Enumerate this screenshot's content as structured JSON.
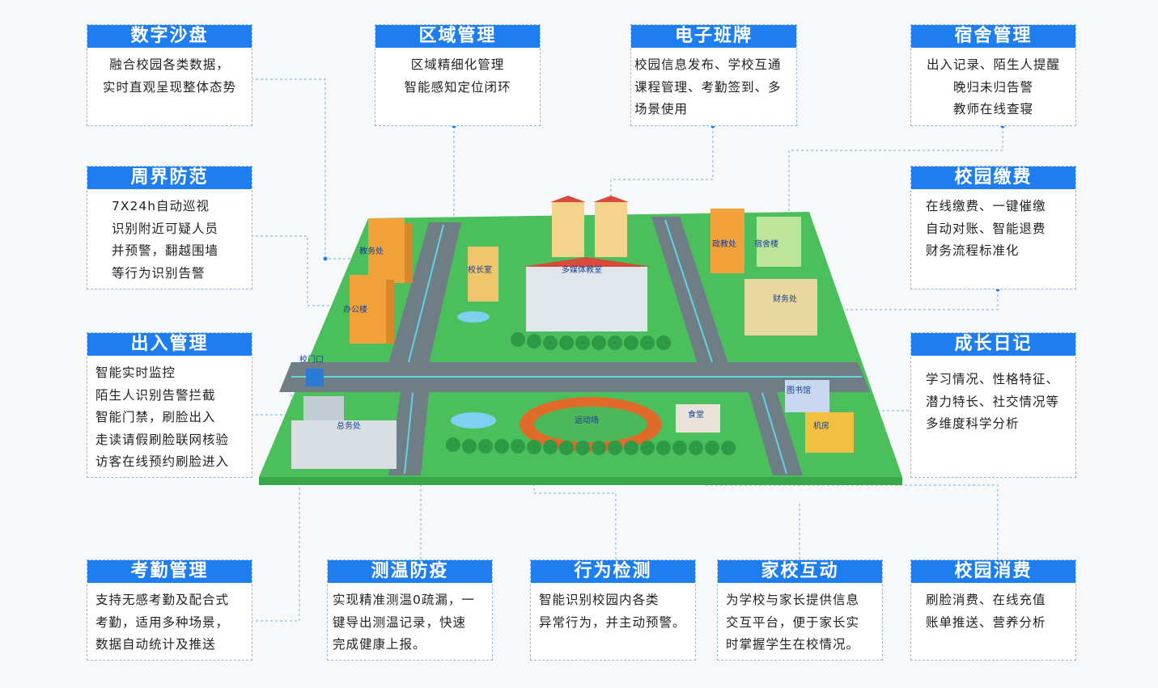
{
  "cards": [
    {
      "id": "shapan",
      "title": "数字沙盘",
      "lines": [
        "融合校园各类数据，",
        "实时直观呈现整体态势"
      ]
    },
    {
      "id": "quyu",
      "title": "区域管理",
      "lines": [
        "区域精细化管理",
        "智能感知定位闭环"
      ]
    },
    {
      "id": "banpai",
      "title": "电子班牌",
      "lines": [
        "校园信息发布、学校互通",
        "课程管理、考勤签到、多",
        "场景使用"
      ]
    },
    {
      "id": "sushe",
      "title": "宿舍管理",
      "lines": [
        "出入记录、陌生人提醒",
        "晚归未归告警",
        "教师在线查寝"
      ]
    },
    {
      "id": "zhoujie",
      "title": "周界防范",
      "lines": [
        "7X24h自动巡视",
        "识别附近可疑人员",
        "并预警，翻越围墙",
        "等行为识别告警"
      ]
    },
    {
      "id": "jiaofei",
      "title": "校园缴费",
      "lines": [
        "在线缴费、一键催缴",
        "自动对账、智能退费",
        "财务流程标准化"
      ]
    },
    {
      "id": "churu",
      "title": "出入管理",
      "lines": [
        "智能实时监控",
        "陌生人识别告警拦截",
        "智能门禁，刷脸出入",
        "走读请假刷脸联网核验",
        "访客在线预约刷脸进入"
      ]
    },
    {
      "id": "chengzhang",
      "title": "成长日记",
      "lines": [
        "学习情况、性格特征、",
        "潜力特长、社交情况等",
        "多维度科学分析"
      ]
    },
    {
      "id": "kaoqin",
      "title": "考勤管理",
      "lines": [
        "支持无感考勤及配合式",
        "考勤，适用多种场景，",
        "数据自动统计及推送"
      ]
    },
    {
      "id": "cewen",
      "title": "测温防疫",
      "lines": [
        "实现精准测温0疏漏，一",
        "键导出测温记录，快速",
        "完成健康上报。"
      ]
    },
    {
      "id": "xingwei",
      "title": "行为检测",
      "lines": [
        "智能识别校园内各类",
        "异常行为，并主动预警。"
      ]
    },
    {
      "id": "jiaxiao",
      "title": "家校互动",
      "lines": [
        "为学校与家长提供信息",
        "交互平台，便于家长实",
        "时掌握学生在校情况。"
      ]
    },
    {
      "id": "xiaofei",
      "title": "校园消费",
      "lines": [
        "刷脸消费、在线充值",
        "账单推送、营养分析"
      ]
    }
  ],
  "map_labels": {
    "jiaowu": "教务处",
    "xiaozhang": "校长室",
    "duomeiti": "多媒体教室",
    "zhengjiao": "政教处",
    "sushelou": "宿舍楼",
    "bangong": "办公楼",
    "caiwu": "财务处",
    "xiaomen": "校门口",
    "tushuguan": "图书馆",
    "zongwu": "总务处",
    "yundongchang": "运动场",
    "shitang": "食堂",
    "jifang": "机房"
  },
  "colors": {
    "header": "#1e7ef0",
    "border": "#8eb8e6",
    "grass": "#5ccf6a",
    "road": "#6f7d85",
    "track": "#e06a2a"
  }
}
